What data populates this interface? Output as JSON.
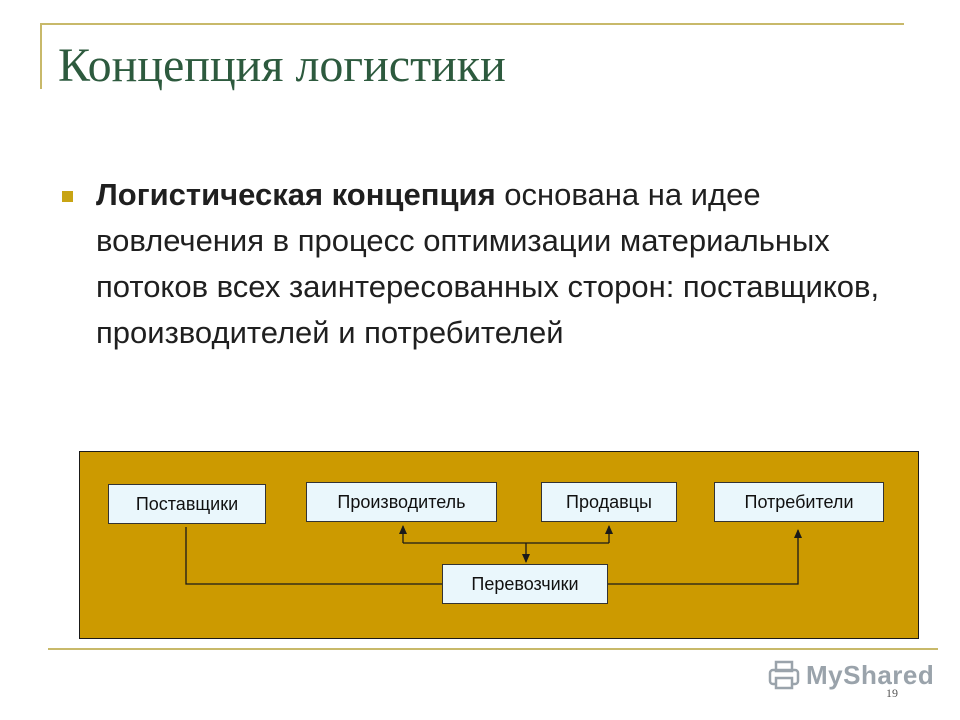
{
  "slide": {
    "title": "Концепция логистики",
    "bullet": {
      "bold": "Логистическая концепция",
      "rest": " основана на идее вовлечения в процесс оптимизации материальных потоков всех заинтересованных сторон: поставщиков, производителей и потребителей"
    },
    "page_number": "19"
  },
  "diagram": {
    "nodes": {
      "suppliers": "Поставщики",
      "producer": "Производитель",
      "sellers": "Продавцы",
      "consumers": "Потребители",
      "carriers": "Перевозчики"
    }
  },
  "watermark": {
    "text": "MyShared",
    "icon": "printer-icon"
  },
  "colors": {
    "title": "#2d5a3e",
    "bullet": "#c8a414",
    "diagram_bg": "#cc9a00",
    "node_bg": "#eaf7fc",
    "frame": "#c8b96a"
  }
}
